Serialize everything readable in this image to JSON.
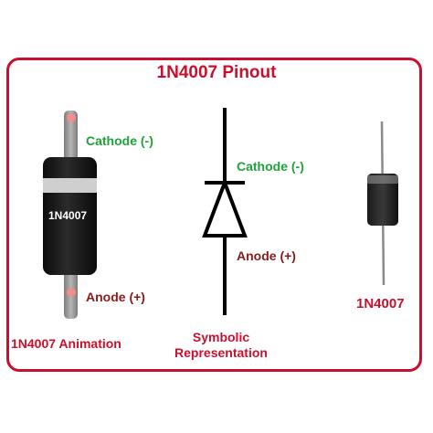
{
  "title": "1N4007 Pinout",
  "animation": {
    "body_text": "1N4007",
    "cathode_label": "Cathode (-)",
    "anode_label": "Anode (+)",
    "caption": "1N4007 Animation"
  },
  "symbol": {
    "cathode_label": "Cathode (-)",
    "anode_label": "Anode (+)",
    "caption_line1": "Symbolic",
    "caption_line2": "Representation"
  },
  "photo": {
    "caption": "1N4007"
  },
  "colors": {
    "frame": "#c8102e",
    "title": "#c8102e",
    "cathode_text": "#1fa23a",
    "anode_text": "#8b1a1a",
    "caption": "#c8102e"
  }
}
